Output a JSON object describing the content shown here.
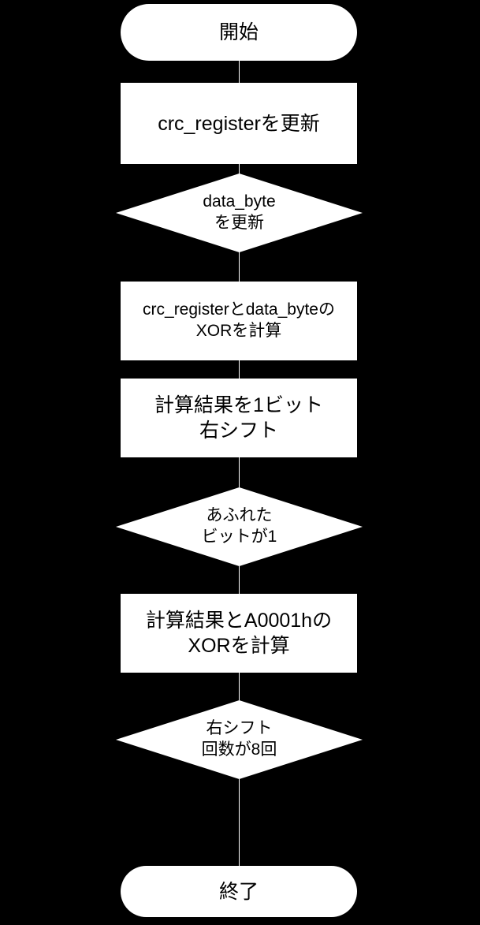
{
  "diagram": {
    "title": "CRC calculation flowchart",
    "background_color": "#000000",
    "shape_fill_color": "#ffffff",
    "text_color": "#000000",
    "nodes": [
      {
        "id": "start",
        "shape": "terminator",
        "label": "開始"
      },
      {
        "id": "update-crc-register",
        "shape": "process",
        "label": "crc_registerを更新"
      },
      {
        "id": "update-data-byte",
        "shape": "decision",
        "label": "data_byte\nを更新"
      },
      {
        "id": "xor-crc-and-data-byte",
        "shape": "process",
        "label": "crc_registerとdata_byteの\nXORを計算"
      },
      {
        "id": "shift-right-one-bit",
        "shape": "process",
        "label": "計算結果を1ビット\n右シフト"
      },
      {
        "id": "overflow-bit-is-one",
        "shape": "decision",
        "label": "あふれた\nビットが1"
      },
      {
        "id": "xor-with-a0001h",
        "shape": "process",
        "label": "計算結果とA0001hの\nXORを計算"
      },
      {
        "id": "shift-count-is-eight",
        "shape": "decision",
        "label": "右シフト\n回数が8回"
      },
      {
        "id": "end",
        "shape": "terminator",
        "label": "終了"
      }
    ]
  }
}
